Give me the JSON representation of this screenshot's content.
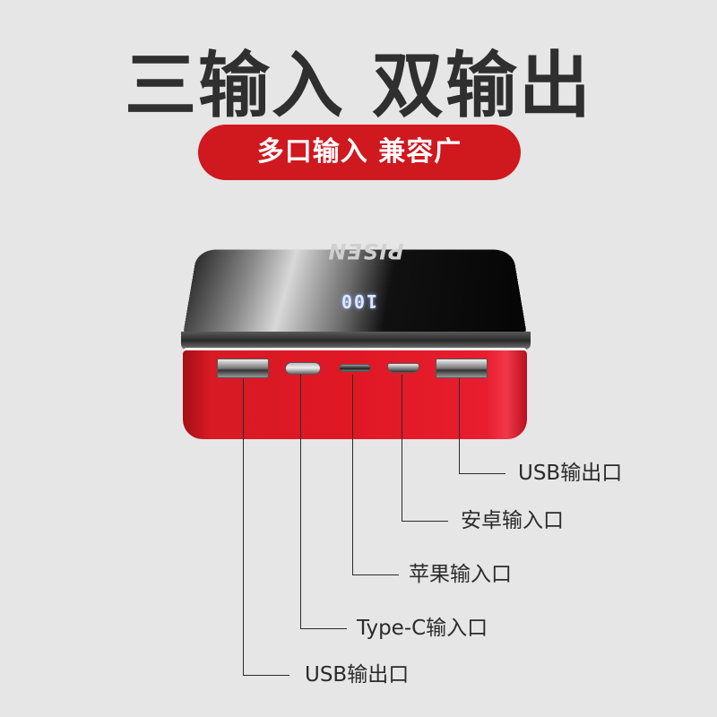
{
  "headline": "三输入 双输出",
  "badge": "多口输入 兼容广",
  "product": {
    "brand_logo": "PISEN",
    "display_readout": "100",
    "colors": {
      "body": "#e01824",
      "badge": "#d0181f",
      "text": "#2f2f2f",
      "background": "#e6e6e6"
    }
  },
  "callouts": [
    {
      "port": "usb-right",
      "label": "USB输出口"
    },
    {
      "port": "micro-usb",
      "label": "安卓输入口"
    },
    {
      "port": "lightning",
      "label": "苹果输入口"
    },
    {
      "port": "type-c",
      "label": "Type-C输入口"
    },
    {
      "port": "usb-left",
      "label": "USB输出口"
    }
  ]
}
